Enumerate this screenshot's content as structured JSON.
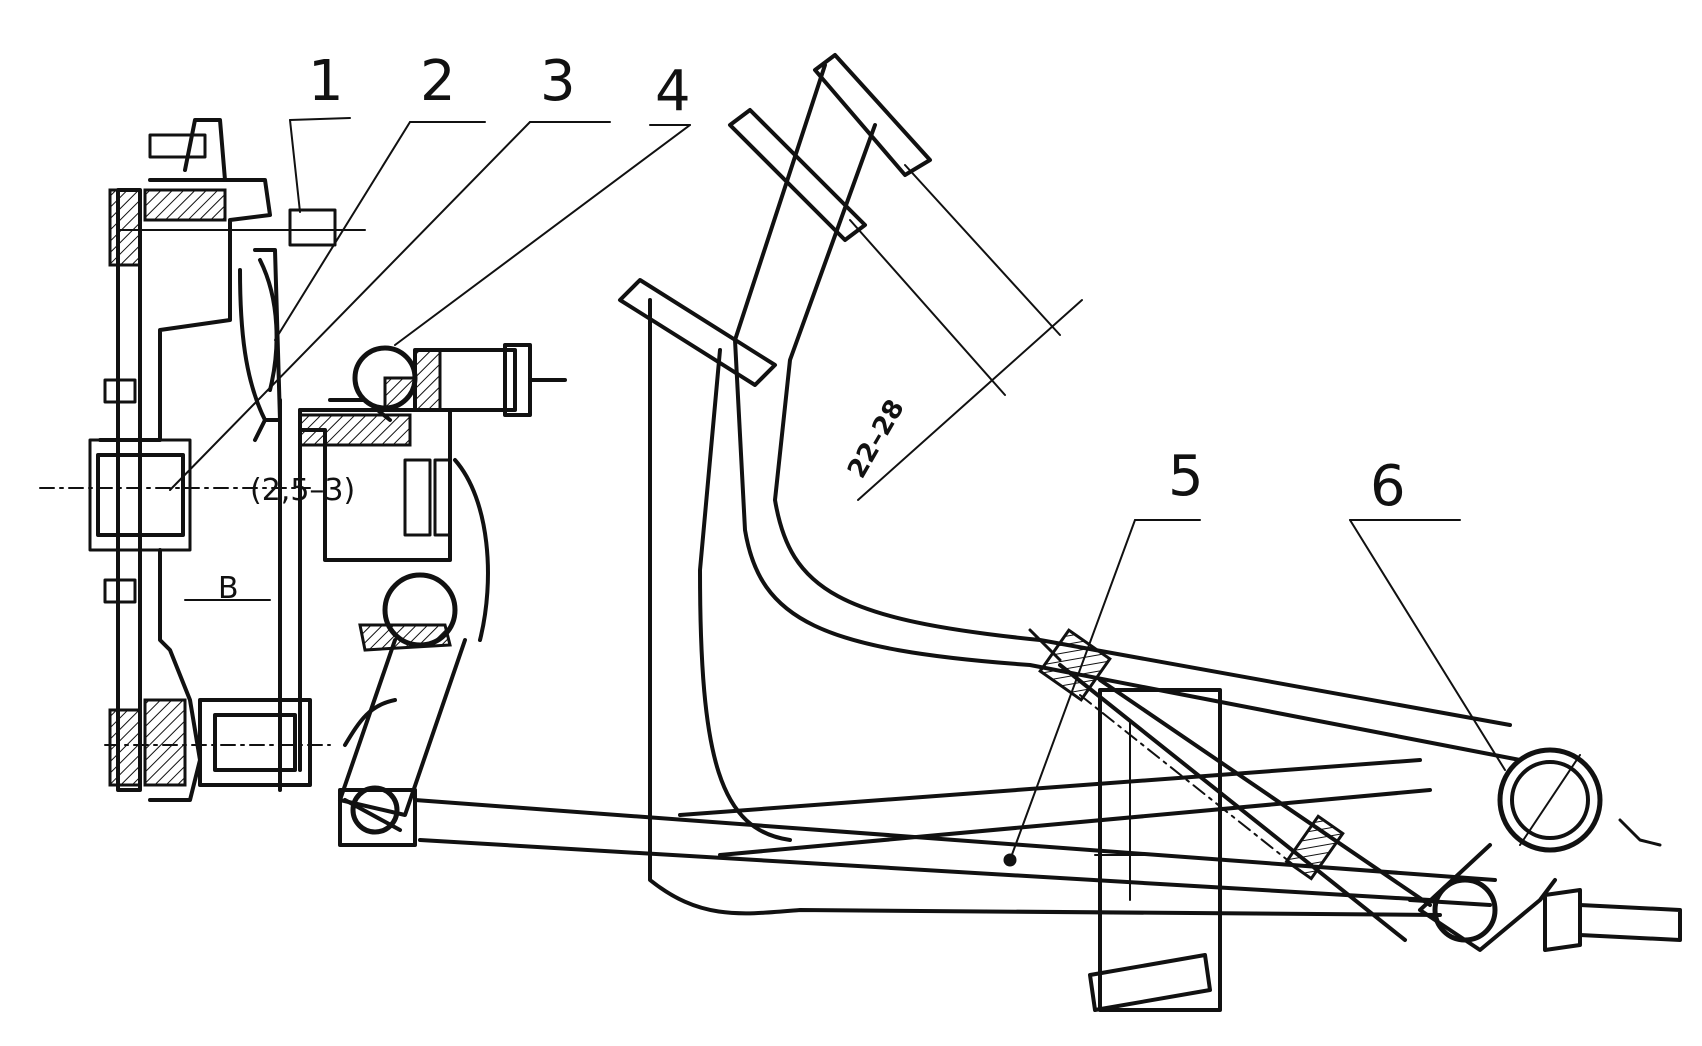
{
  "labels": {
    "l1": "1",
    "l2": "2",
    "l3": "3",
    "l4": "4",
    "l5": "5",
    "l6": "6"
  },
  "dimensions": {
    "pedal_travel": "22–28",
    "gap": "(2,5–3)",
    "width_b": "B"
  },
  "colors": {
    "ink": "#111111",
    "paper": "#ffffff"
  }
}
